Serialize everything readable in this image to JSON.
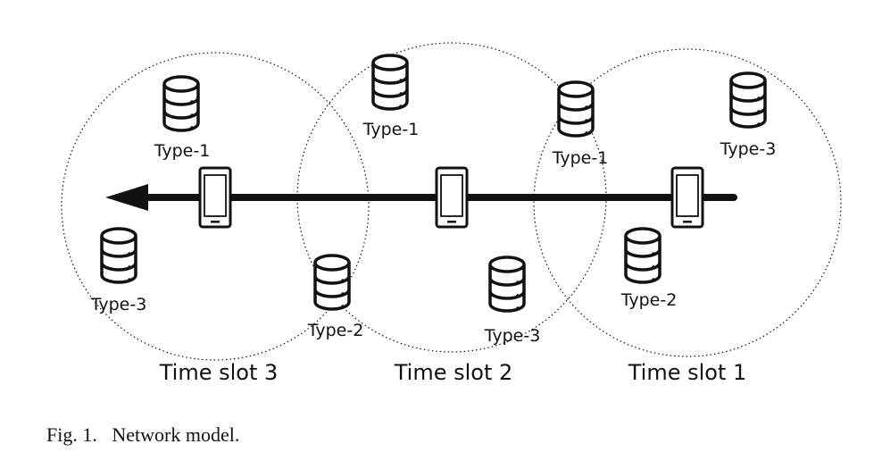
{
  "diagram": {
    "server_labels": {
      "s3_type1": "Type-1",
      "s3_type3": "Type-3",
      "s2_type1": "Type-1",
      "s2_type2": "Type-2",
      "s2_type3": "Type-3",
      "s1_type1": "Type-1",
      "s1_type2": "Type-2",
      "s1_type3": "Type-3"
    },
    "slots": {
      "slot3": "Time slot 3",
      "slot2": "Time slot 2",
      "slot1": "Time slot 1"
    },
    "icons": {
      "server": "database-server-icon",
      "device": "smartphone-icon",
      "path": "movement-arrow"
    },
    "colors": {
      "ink": "#111111",
      "background": "#ffffff"
    }
  },
  "caption": {
    "fig": "Fig. 1.",
    "text": "Network model."
  }
}
